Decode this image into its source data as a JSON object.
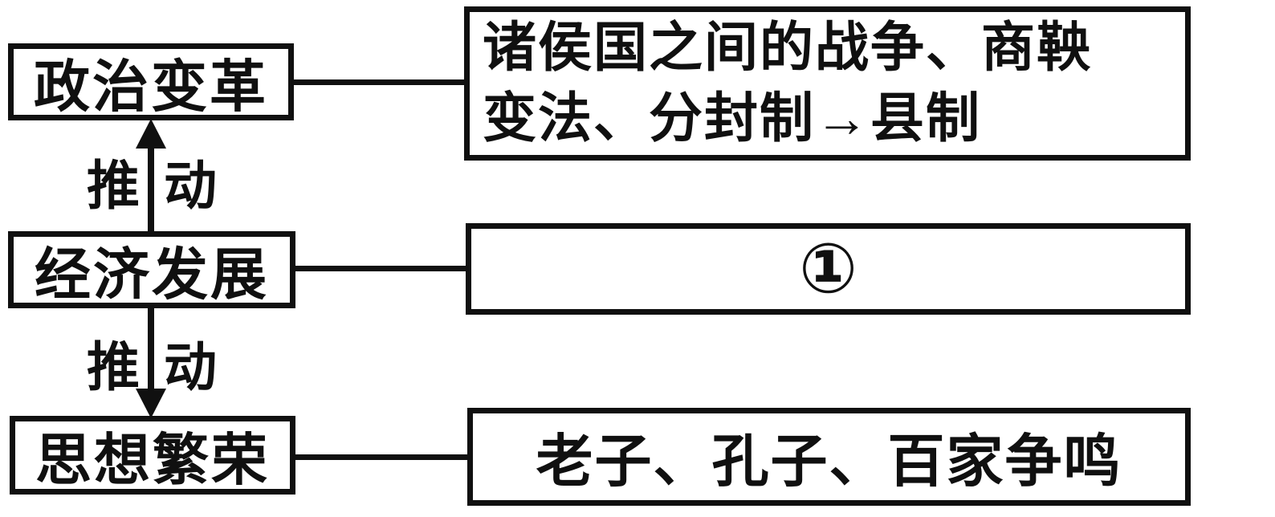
{
  "diagram": {
    "title_implied": "",
    "left_column": [
      {
        "label": "政治变革"
      },
      {
        "label": "经济发展"
      },
      {
        "label": "思想繁荣"
      }
    ],
    "right_column": [
      {
        "label": "诸侯国之间的战争、商鞅\n变法、分封制→县制"
      },
      {
        "label": "①"
      },
      {
        "label": "老子、孔子、百家争鸣"
      }
    ],
    "arrows": [
      {
        "direction": "up",
        "label_left": "推",
        "label_right": "动"
      },
      {
        "direction": "down",
        "label_left": "推",
        "label_right": "动"
      }
    ]
  },
  "colors": {
    "ink": "#101010",
    "background": "#ffffff"
  }
}
